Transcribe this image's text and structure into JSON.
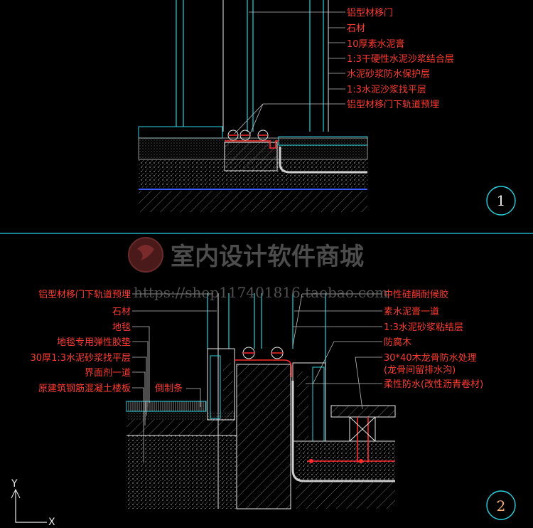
{
  "detail1": {
    "number": "1",
    "labels": [
      "铝型材移门",
      "石材",
      "10厚素水泥膏",
      "1:3干硬性水泥沙浆结合层",
      "水泥砂浆防水保护层",
      "1:3水泥沙浆找平层",
      "铝型材移门下轨道预埋"
    ]
  },
  "detail2": {
    "number": "2",
    "left_labels": [
      "铝型材移门下轨道预埋",
      "石材",
      "地毯",
      "地毯专用弹性胶垫",
      "30厚1:3水泥砂浆找平层",
      "界面剂一道",
      "原建筑钢筋混凝土楼板"
    ],
    "mid_label": "倒制条",
    "right_labels": [
      "中性硅酮耐候胶",
      "素水泥膏一道",
      "1:3水泥砂浆粘结层",
      "防腐木",
      "30*40木龙骨防水处理",
      "(龙骨间留排水沟)",
      "柔性防水(改性沥青卷材)"
    ]
  },
  "watermark": {
    "text": "室内设计软件商城",
    "url": "https://shop117401816.taobao.com"
  },
  "ucs": {
    "y": "Y",
    "x": "X"
  },
  "colors": {
    "cyan": "#29d3e0",
    "red": "#ff2a2a",
    "label_red": "#ff3b30",
    "label_white": "#ffffff"
  }
}
